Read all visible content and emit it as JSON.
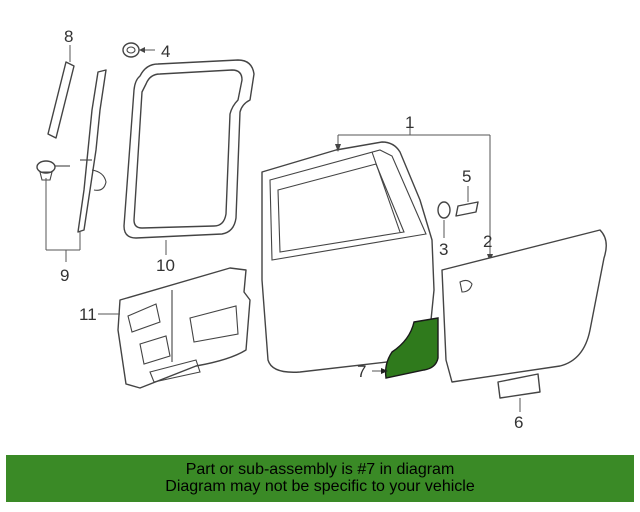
{
  "diagram": {
    "callouts": {
      "c1": "1",
      "c2": "2",
      "c3": "3",
      "c4": "4",
      "c5": "5",
      "c6": "6",
      "c7": "7",
      "c8": "8",
      "c9": "9",
      "c10": "10",
      "c11": "11"
    },
    "highlighted_part": "7",
    "colors": {
      "highlight_fill": "#2f7a1c",
      "banner_bg": "#3a8a26",
      "line": "#444444"
    }
  },
  "banner": {
    "line1": "Part or sub-assembly is #7 in diagram",
    "line2": "Diagram may not be specific to your vehicle"
  }
}
